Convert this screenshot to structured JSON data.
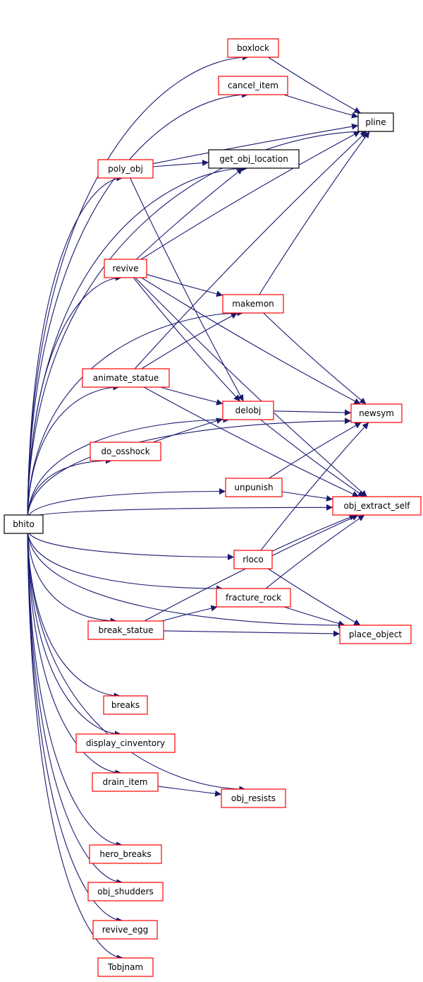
{
  "colors": {
    "edge": "#191970",
    "border_documented": "#ff0000",
    "border_plain": "#000000",
    "root_fill": "#bfbfbf"
  },
  "nodes": {
    "bhito": {
      "label": "bhito",
      "style": "root"
    },
    "boxlock": {
      "label": "boxlock",
      "style": "documented"
    },
    "cancel_item": {
      "label": "cancel_item",
      "style": "documented"
    },
    "pline": {
      "label": "pline",
      "style": "plain"
    },
    "poly_obj": {
      "label": "poly_obj",
      "style": "documented"
    },
    "get_obj_location": {
      "label": "get_obj_location",
      "style": "plain"
    },
    "revive": {
      "label": "revive",
      "style": "documented"
    },
    "makemon": {
      "label": "makemon",
      "style": "documented"
    },
    "animate_statue": {
      "label": "animate_statue",
      "style": "documented"
    },
    "delobj": {
      "label": "delobj",
      "style": "documented"
    },
    "newsym": {
      "label": "newsym",
      "style": "documented"
    },
    "do_osshock": {
      "label": "do_osshock",
      "style": "documented"
    },
    "unpunish": {
      "label": "unpunish",
      "style": "documented"
    },
    "obj_extract_self": {
      "label": "obj_extract_self",
      "style": "documented"
    },
    "rloco": {
      "label": "rloco",
      "style": "documented"
    },
    "fracture_rock": {
      "label": "fracture_rock",
      "style": "documented"
    },
    "break_statue": {
      "label": "break_statue",
      "style": "documented"
    },
    "place_object": {
      "label": "place_object",
      "style": "documented"
    },
    "breaks": {
      "label": "breaks",
      "style": "documented"
    },
    "display_cinventory": {
      "label": "display_cinventory",
      "style": "documented"
    },
    "drain_item": {
      "label": "drain_item",
      "style": "documented"
    },
    "obj_resists": {
      "label": "obj_resists",
      "style": "documented"
    },
    "hero_breaks": {
      "label": "hero_breaks",
      "style": "documented"
    },
    "obj_shudders": {
      "label": "obj_shudders",
      "style": "documented"
    },
    "revive_egg": {
      "label": "revive_egg",
      "style": "documented"
    },
    "Tobjnam": {
      "label": "Tobjnam",
      "style": "documented"
    }
  },
  "edges": [
    [
      "bhito",
      "boxlock"
    ],
    [
      "bhito",
      "cancel_item"
    ],
    [
      "bhito",
      "pline"
    ],
    [
      "bhito",
      "poly_obj"
    ],
    [
      "bhito",
      "get_obj_location"
    ],
    [
      "bhito",
      "revive"
    ],
    [
      "bhito",
      "makemon"
    ],
    [
      "bhito",
      "animate_statue"
    ],
    [
      "bhito",
      "newsym"
    ],
    [
      "bhito",
      "delobj"
    ],
    [
      "bhito",
      "do_osshock"
    ],
    [
      "bhito",
      "unpunish"
    ],
    [
      "bhito",
      "obj_extract_self"
    ],
    [
      "bhito",
      "rloco"
    ],
    [
      "bhito",
      "fracture_rock"
    ],
    [
      "bhito",
      "break_statue"
    ],
    [
      "bhito",
      "place_object"
    ],
    [
      "bhito",
      "breaks"
    ],
    [
      "bhito",
      "display_cinventory"
    ],
    [
      "bhito",
      "drain_item"
    ],
    [
      "bhito",
      "obj_resists"
    ],
    [
      "bhito",
      "hero_breaks"
    ],
    [
      "bhito",
      "obj_shudders"
    ],
    [
      "bhito",
      "revive_egg"
    ],
    [
      "bhito",
      "Tobjnam"
    ],
    [
      "boxlock",
      "pline"
    ],
    [
      "cancel_item",
      "pline"
    ],
    [
      "poly_obj",
      "pline"
    ],
    [
      "poly_obj",
      "get_obj_location"
    ],
    [
      "poly_obj",
      "delobj"
    ],
    [
      "revive",
      "get_obj_location"
    ],
    [
      "revive",
      "pline"
    ],
    [
      "revive",
      "makemon"
    ],
    [
      "revive",
      "newsym"
    ],
    [
      "revive",
      "delobj"
    ],
    [
      "revive",
      "obj_extract_self"
    ],
    [
      "makemon",
      "pline"
    ],
    [
      "makemon",
      "newsym"
    ],
    [
      "animate_statue",
      "makemon"
    ],
    [
      "animate_statue",
      "pline"
    ],
    [
      "animate_statue",
      "delobj"
    ],
    [
      "animate_statue",
      "obj_extract_self"
    ],
    [
      "delobj",
      "newsym"
    ],
    [
      "delobj",
      "obj_extract_self"
    ],
    [
      "do_osshock",
      "delobj"
    ],
    [
      "unpunish",
      "newsym"
    ],
    [
      "unpunish",
      "obj_extract_self"
    ],
    [
      "rloco",
      "newsym"
    ],
    [
      "rloco",
      "obj_extract_self"
    ],
    [
      "rloco",
      "place_object"
    ],
    [
      "fracture_rock",
      "obj_extract_self"
    ],
    [
      "fracture_rock",
      "place_object"
    ],
    [
      "break_statue",
      "fracture_rock"
    ],
    [
      "break_statue",
      "obj_extract_self"
    ],
    [
      "break_statue",
      "place_object"
    ],
    [
      "drain_item",
      "obj_resists"
    ]
  ]
}
